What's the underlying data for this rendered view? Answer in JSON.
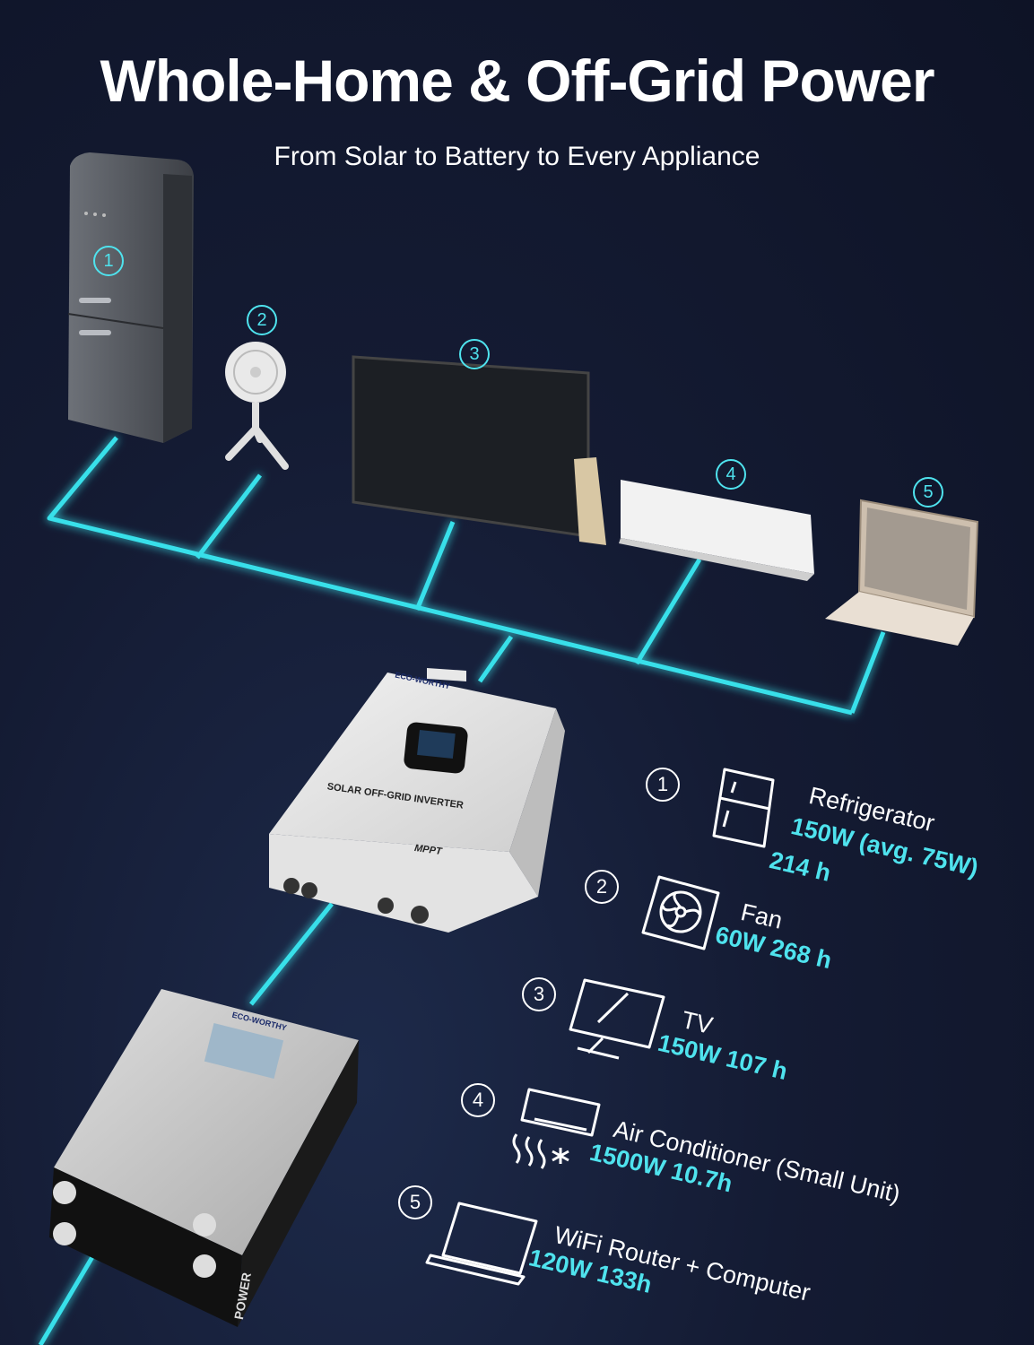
{
  "header": {
    "title": "Whole-Home & Off-Grid Power",
    "subtitle": "From Solar to Battery to Every Appliance"
  },
  "colors": {
    "accent": "#4fe3ee",
    "background": "#141b33"
  },
  "scene_markers": [
    "1",
    "2",
    "3",
    "4",
    "5"
  ],
  "inverter": {
    "brand": "ECO-WORTHY",
    "label": "SOLAR OFF-GRID INVERTER",
    "badge": "MPPT"
  },
  "battery": {
    "brand": "ECO-WORTHY",
    "label": "POWER"
  },
  "appliances": [
    {
      "number": "1",
      "name": "Refrigerator",
      "spec": "150W (avg. 75W)",
      "runtime": "214 h",
      "icon": "refrigerator-icon"
    },
    {
      "number": "2",
      "name": "Fan",
      "spec": "60W 268 h",
      "icon": "fan-icon"
    },
    {
      "number": "3",
      "name": "TV",
      "spec": "150W 107 h",
      "icon": "tv-icon"
    },
    {
      "number": "4",
      "name": "Air Conditioner (Small Unit)",
      "spec": "1500W 10.7h",
      "icon": "air-conditioner-icon"
    },
    {
      "number": "5",
      "name": "WiFi Router + Computer",
      "spec": "120W 133h",
      "icon": "laptop-icon"
    }
  ]
}
